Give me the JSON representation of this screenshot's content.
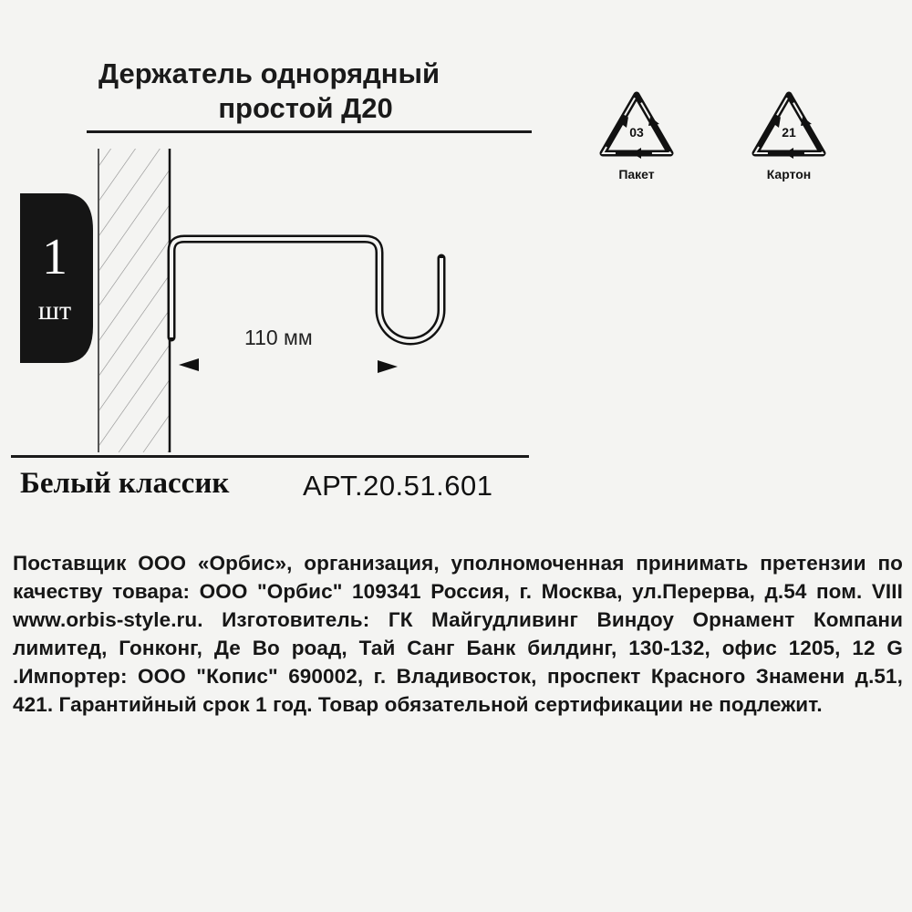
{
  "header": {
    "title_line1": "Держатель однорядный",
    "title_line2": "простой Д20"
  },
  "recycling": [
    {
      "code": "03",
      "label": "Пакет"
    },
    {
      "code": "21",
      "label": "Картон"
    }
  ],
  "quantity_badge": {
    "count": "1",
    "unit": "шт"
  },
  "diagram": {
    "dimension_label": "110 мм"
  },
  "product": {
    "color_name": "Белый классик",
    "article": "АРТ.20.51.601"
  },
  "info_text": "Поставщик ООО «Орбис», организация, уполномоченная принимать претензии по качеству товара: ООО \"Орбис\" 109341 Россия, г. Москва, ул.Перерва, д.54 пом. VIII www.orbis-style.ru. Изготовитель: ГК Майгудливинг Виндоу Орнамент Компани лимитед, Гонконг, Де Во роад, Тай Санг Банк билдинг, 130-132, офис 1205, 12 G .Импортер: ООО \"Копис\" 690002, г. Владивосток, проспект Красного Знамени д.51, 421. Гарантийный срок 1 год. Товар обязательной сертификации не подлежит."
}
